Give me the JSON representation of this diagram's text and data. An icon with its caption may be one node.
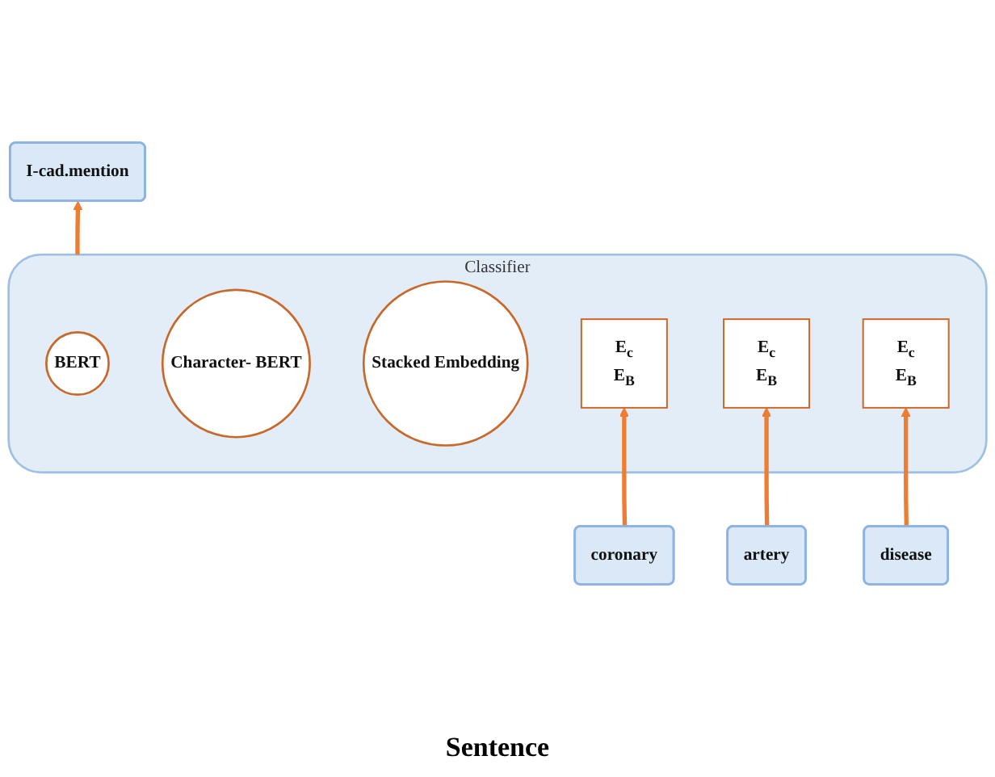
{
  "diagram": {
    "nodes": [
      {
        "text": [
          "I-cad.mention"
        ]
      },
      {
        "text": [
          "Classifier"
        ]
      },
      {
        "text": [
          "BERT"
        ],
        "in": 1
      },
      {
        "text": [
          "Character- BERT"
        ],
        "in": 1
      },
      {
        "text": [
          "Stacked Embedding"
        ],
        "in": 1
      },
      {
        "text": [
          "E$_{c}$",
          "E$_{B}$"
        ],
        "in": 1
      },
      {
        "text": [
          "E$_{c}$",
          "E$_{B}$"
        ],
        "in": 1
      },
      {
        "text": [
          "E$_{c}$",
          "E$_{B}$"
        ],
        "in": 1
      },
      {
        "text": [
          "coronary"
        ]
      },
      {
        "text": [
          "artery"
        ]
      },
      {
        "text": [
          "disease"
        ]
      }
    ],
    "edges": [
      {
        "from": 1,
        "to": 0,
        "arrow": "to"
      },
      {
        "from": 8,
        "to": 5,
        "arrow": "to"
      },
      {
        "from": 9,
        "to": 6,
        "arrow": "to"
      },
      {
        "from": 10,
        "to": 7,
        "arrow": "to"
      }
    ],
    "labels": [
      "Sentence"
    ]
  }
}
